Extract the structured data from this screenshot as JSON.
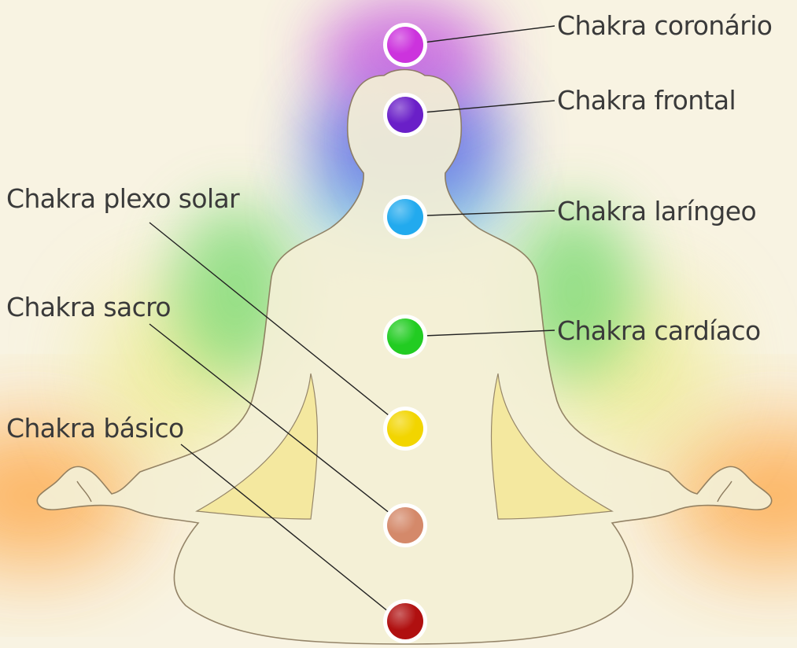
{
  "labels": {
    "coronario": "Chakra coronário",
    "frontal": "Chakra frontal",
    "laringeo": "Chakra laríngeo",
    "cardiaco": "Chakra cardíaco",
    "plexo_solar": "Chakra plexo solar",
    "sacro": "Chakra sacro",
    "basico": "Chakra básico"
  },
  "colors": {
    "coronario": "#cc33dd",
    "frontal": "#6a1fc8",
    "laringeo": "#22aaee",
    "cardiaco": "#22cc22",
    "plexo_solar": "#f2d500",
    "sacro": "#d4896a",
    "basico": "#b01010",
    "body": "#f4f0d6",
    "body_outline": "#8c7b5e",
    "leader_line": "#222222"
  }
}
